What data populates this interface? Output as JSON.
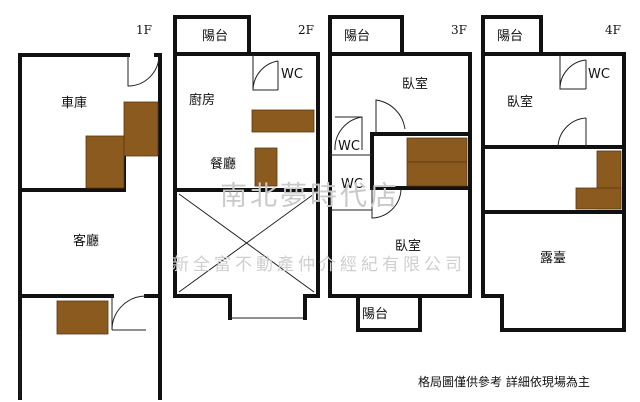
{
  "floors": {
    "f1": {
      "label": "1F",
      "rooms": {
        "garage": "車庫",
        "living": "客廳"
      }
    },
    "f2": {
      "label": "2F",
      "rooms": {
        "balcony": "陽台",
        "kitchen": "廚房",
        "dining": "餐廳",
        "wc": "WC"
      }
    },
    "f3": {
      "label": "3F",
      "rooms": {
        "balcony_top": "陽台",
        "bedroom_top": "臥室",
        "wc_a": "WC",
        "wc_b": "WC",
        "bedroom_bottom": "臥室",
        "balcony_bottom": "陽台"
      }
    },
    "f4": {
      "label": "4F",
      "rooms": {
        "balcony": "陽台",
        "wc": "WC",
        "bedroom": "臥室",
        "terrace": "露臺"
      }
    }
  },
  "watermark": {
    "brand": "南北夢時代店",
    "company": "新全富不動產仲介經紀有限公司"
  },
  "disclaimer": "格局圖僅供參考 詳細依現場為主",
  "colors": {
    "wall": "#111111",
    "furniture": "#8b5a1e",
    "watermark": "#c9c9c9"
  }
}
